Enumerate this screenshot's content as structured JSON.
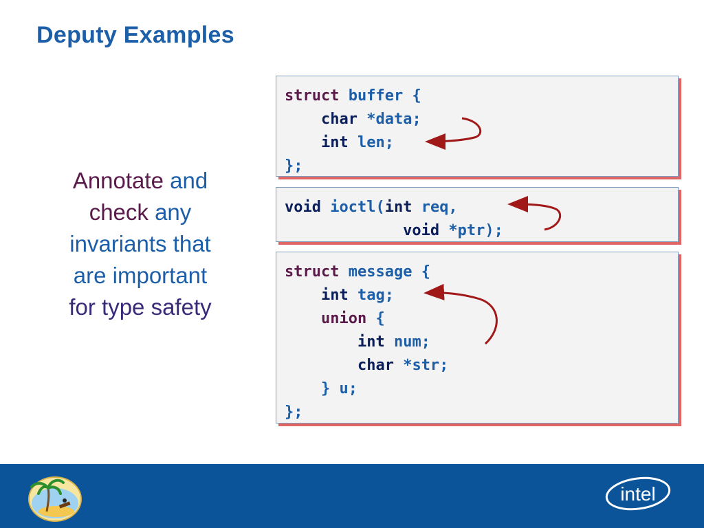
{
  "slide": {
    "title": "Deputy Examples",
    "lead": {
      "w1": "Annotate",
      "w2": "and",
      "w3": "check",
      "w4": "any",
      "w5": "invariants that",
      "w6": "are important",
      "w7": "for type safety"
    }
  },
  "box1": {
    "l1a": "struct",
    "l1b": " buffer {",
    "l2a": "    char",
    "l2b": " *data;",
    "l3a": "    int",
    "l3b": " len;",
    "l4": "};"
  },
  "box2": {
    "l1a": "void",
    "l1b": " ioctl(",
    "l1c": "int",
    "l1d": " req,",
    "l2a": "             void",
    "l2b": " *ptr);"
  },
  "box3": {
    "l1a": "struct",
    "l1b": " message {",
    "l2a": "    int",
    "l2b": " tag;",
    "l3a": "    union",
    "l3b": " {",
    "l4a": "        int",
    "l4b": " num;",
    "l5a": "        char",
    "l5b": " *str;",
    "l6": "    } u;",
    "l7": "};"
  },
  "colors": {
    "title_blue": "#1c5fa8",
    "keyword_purple": "#5a1a4a",
    "arrow_red": "#a01818",
    "footer_blue": "#0b5499"
  },
  "logo": {
    "brand": "intel"
  },
  "icons": [
    "island-logo-icon",
    "intel-logo-icon"
  ]
}
